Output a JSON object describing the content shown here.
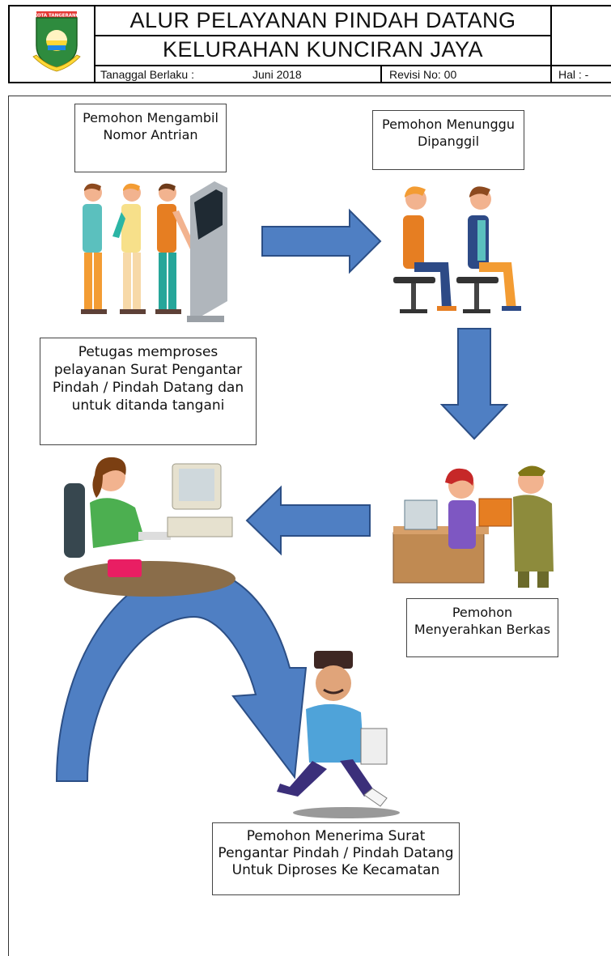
{
  "header": {
    "logo_text": "KOTA TANGERANG",
    "title_line1": "ALUR PELAYANAN PINDAH DATANG",
    "title_line2": "KELURAHAN KUNCIRAN JAYA",
    "effective_label": "Tanaggal Berlaku :",
    "effective_value": "Juni 2018",
    "revision": "Revisi No: 00",
    "page": "Hal : -"
  },
  "steps": [
    {
      "text": "Pemohon Mengambil Nomor Antrian"
    },
    {
      "text": "Pemohon Menunggu Dipanggil"
    },
    {
      "text": "Petugas memproses pelayanan Surat Pengantar Pindah / Pindah Datang  dan untuk ditanda tangani"
    },
    {
      "text": "Pemohon Menyerahkan Berkas"
    },
    {
      "text": "Pemohon Menerima Surat Pengantar Pindah / Pindah Datang Untuk Diproses Ke Kecamatan"
    }
  ],
  "colors": {
    "arrow_fill": "#4f7fc3",
    "arrow_stroke": "#2c4f86"
  },
  "icons": [
    "city-logo-icon",
    "queue-kiosk-illustration",
    "waiting-chairs-illustration",
    "officer-computer-illustration",
    "submit-documents-illustration",
    "running-man-illustration"
  ]
}
